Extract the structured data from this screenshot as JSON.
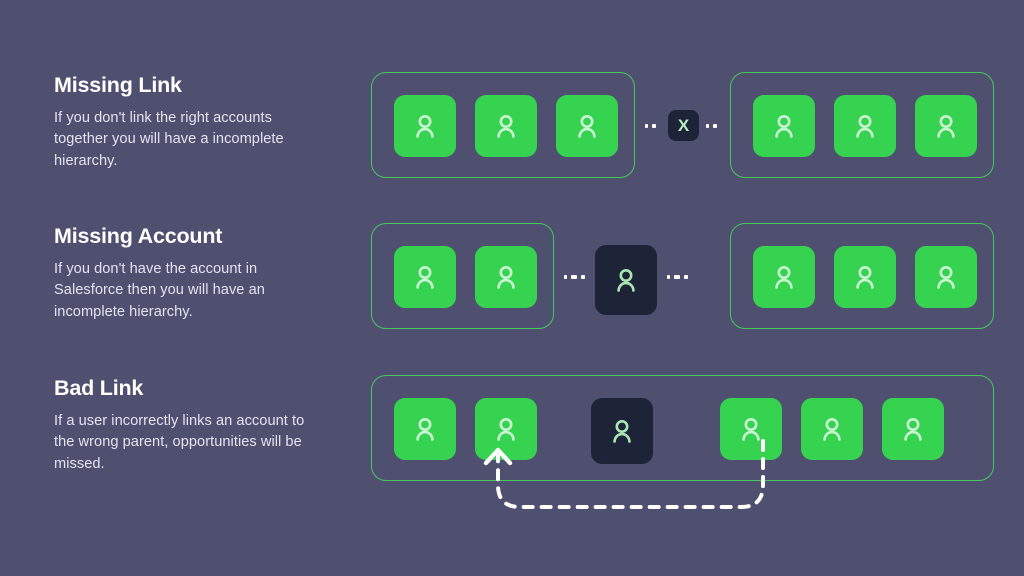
{
  "page": {
    "background_color": "#4f5070",
    "accent_green": "#35d34f",
    "border_green": "#46c95c",
    "dark_tile": "#1e2438",
    "icon_light": "#c9f5d2",
    "heading_color": "#ffffff",
    "body_color": "#e3e3ef",
    "dash_color": "#ffffff"
  },
  "sections": [
    {
      "id": "missing-link",
      "title": "Missing Link",
      "body": "If you don't link the right accounts together you will have a incomplete hierarchy.",
      "badge_label": "X",
      "badge_icon": "x-icon",
      "groups": [
        {
          "tiles": [
            "green",
            "green",
            "green"
          ]
        },
        {
          "tiles": [
            "green",
            "green",
            "green"
          ]
        }
      ]
    },
    {
      "id": "missing-account",
      "title": "Missing Account",
      "body": "If you don't have the account in Salesforce then you will have an incomplete hierarchy.",
      "standalone_tile": "dark",
      "groups": [
        {
          "tiles": [
            "green",
            "green"
          ]
        },
        {
          "tiles": [
            "green",
            "green",
            "green"
          ]
        }
      ]
    },
    {
      "id": "bad-link",
      "title": "Bad Link",
      "body": "If a user incorrectly links an account to the wrong parent, opportunities will be missed.",
      "groups": [
        {
          "tiles": [
            "green",
            "green",
            "dark",
            "green",
            "green",
            "green"
          ]
        }
      ],
      "link_arrow": {
        "from_tile_index": 3,
        "to_tile_index": 1,
        "style": "dashed",
        "arrowhead": "up"
      }
    }
  ],
  "icons": {
    "person": "person-icon",
    "x": "x-icon",
    "arrow_up": "arrow-up-icon"
  }
}
